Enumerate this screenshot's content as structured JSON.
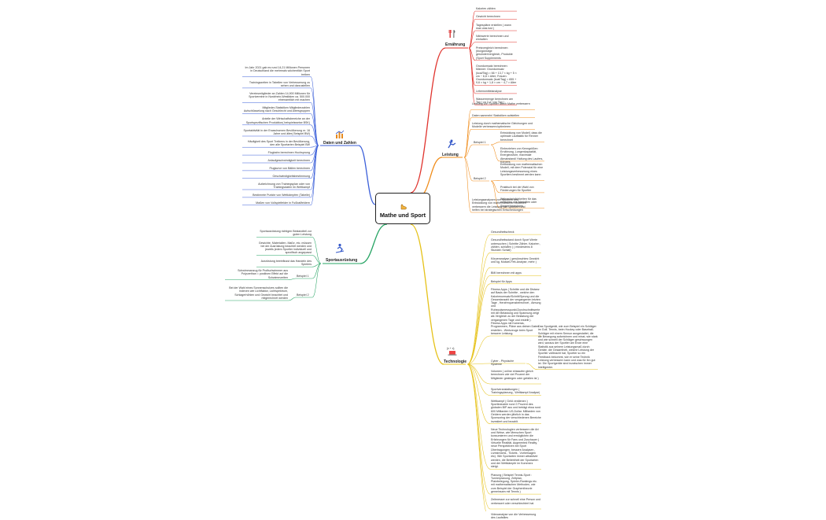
{
  "central": {
    "title": "Mathe und Sport",
    "icon": "muscle-arm-icon"
  },
  "branches": {
    "ernaehrung": {
      "label": "Ernährung",
      "color": "#e0342e",
      "icon": "utensils-icon",
      "items": [
        "Kalorien zählen",
        "Gewicht berechnen",
        "Tagespläne erstellen ( wann man was isst )",
        "Nährwerte berechnen und einhalten",
        "Preisvergleich berechnen (bio/günstige gesünder/vergleich, Produkte (Sport Supplements",
        "Grundumsatz berechnen: Männer: Grundumsatz (kcal/Tag) = 66 + 13,7 × kg + 5 × cm − 6,8 × Alter; Frauen: Grundumsatz (kcal/Tag) = 655 + 9,6 × kg + 1,8 × cm − 4,7 × Alter",
        "Lebensmittelanalyse",
        "Wassermenge berechnen am Tag ( ca 2-4 l pro Tag )"
      ]
    },
    "leistung": {
      "label": "Leistung",
      "color": "#f08c1a",
      "icon": "runner-icon",
      "items": [
        "Leistung von Sportler durch Mathe verbessern",
        "Daten sammeln/ Statistiken aufstellen",
        "Leistung durch mathematische Gleichungen und Modelle verbessern/optimieren"
      ],
      "examples": [
        {
          "label": "Beispiel 1",
          "items": [
            "Entwicklung von Modell, dass die optimale Lauftaktik für Renner berechnet",
            "Einbeziehen von Kenngrößen: Ernährung, Lungenkapazität, Energiezufuhr, maximale Atmabstand/ Haltung des Laufers, Körpers"
          ]
        },
        {
          "label": "Beispiel 2",
          "items": [
            "Entwicklung von mathematischen Modell, mit dem Potenzial für eine Leistungsverbesserung eines Sportlers bestimmt werden kann",
            "Praktisch bei der Wahl von Förderungen für Sportler",
            "Wahrscheinlichkeiten für das erreichen von Medaillen oder Siegen berechnen"
          ]
        }
      ],
      "summary": "Leistungsanalysen von Sportlern und Entwicklung von mathematischen Modellen verbessern die Leistung von Sportlern und helfen bei strategischen Entscheidungen"
    },
    "technologie": {
      "label": "Technologie",
      "color": "#e6c21a",
      "icon": "laptop-icon",
      "icon_text": "{x + x}",
      "items": [
        "Gesundheitscheck",
        "Gesundheitsstand durch Sport Werte untersuchen ( Schritte Zähler, Kalorien , zählen, schlafen ) ( mindestens 8 Stunden Schlaf)",
        "Körperanalyse ( gewünschtes Gewicht und kg, Muskel-Fett-Analyse, mehr )",
        "BMI berechnen mit apps",
        "Beispiel für Apps",
        "Fitness Apps ( Schritte und die Distanz auf Basis der Schritte , welche den Kalorienumsatz/Schritt/Sprung und die Gesamtanzahl der vergangenen letzten Tage , Herzfrequenzberechnet , Atmung und Ruhepulsmesspunkt,Durchschnittwerte mit der Belastung und Spannung zeigt als Vergleich zu der Belastung der vergangenen Tage und erstellt ). Fitness Apps mit Kameras, Programmen, Pläne aus deinen Daten erstellen - Werkzeuge beim Sport bessere Leistung."
      ],
      "cyber": {
        "label": "Cyber - Physische Systeme",
        "text": "Das Sportgerät, wie zum Beispiel ein Schläger im Golf, Tennis, beim Hockey oder Baseball-Schläger mit einem Sensor ausgestattet, die die Bewegung aufzeichnen und misst, wie stark und wie schnell der Schläger geschwungen wird, woraus der Sportler am Ende eine Statistik aus seinem Leistungsmaß durch Geräte, die Gesamtheit, welche Leistung der Sportler vollbracht hat, Sportler so ein Feedback bekommt, wie er seine Technik Leistung verbessern kann und was für ihn gut ist. Die Sportgeräte sind inzwischen immer intelligenter."
      },
      "items_after": [
        "Volumen ( online einkaufen gleich berechnen wie viel Prozent der Mitglieder gestiegen oder gefallen ist )",
        "Sportveranstaltungen ( Trainingsplanung , Wettkampf Analyse)",
        "Wettkampf ( Geld verdienen ) Sportindustrie rund 2 Prozent des globalen BIP aus und beträgt etwa rund 600 Milliarden US-Dollar. Milliarden von Geldern werden jährlich in das Sponsoring der verschiedenen Bereiche investiert und bezahlt.",
        "Neue Technologien verbessern die Art und Weise, wie Menschen Sport konsumieren und ermöglichen die Erfahrungen für Fans und Zuschauer ( Virtuelle Realität, Augmented Reality, neue Perspektiven bei Sport Übertragungen, bessere Analysen , Livestreams , Tickets , Vorhersagen etc). Wie Sportarten immer attraktiver werden, die Beliebtheit der Sportarten und der Wettkämpfe im Kommerz steigt.",
        "Planung ( Beispiel Tennis-Sport : Turnierplanung, Zeitplan, Platzbelegung, Spieler-Rankings etc. mit mathematischen Methoden, wie zum Beispiel der Graphentheorie gemeinsam mit Tennis )",
        "Zeitmesser zur schnell eine Person und verbessert oder verschlechtert hat",
        "Videoanalyse von die Verbesserung des Laufstiles"
      ]
    },
    "sportausruestung": {
      "label": "Sportausrüstung",
      "color": "#27a464",
      "icon": "skier-icon",
      "items": [
        "Sportausrüstung richtigen Bestandteil zur guten Leistung",
        "Gewichte, Materialien, Maße, etc. müssen bei der Ausrüstung beachtet werden und jeweils jedem Sportler individuell und spezifisch angepasst",
        "Ausrüstung beeinflusst das Handeln des Spielers"
      ],
      "examples": [
        {
          "label": "Beispiel 1",
          "text": "Schwimmanzug für Profischwimmer aus Polyurethan = positiven Effekt auf die Schwimmzeiten"
        },
        {
          "label": "Beispiel 2",
          "text": "Bei der Wahl eines Sonnenschutzes sollten die Indexen wie Lichtfaktor, Lichtspektrum, Schlagerhöhlen und Gewicht beachtet und mitgerechnet werden"
        }
      ]
    },
    "daten": {
      "label": "Daten und Zahlen",
      "color": "#3b5fd9",
      "icon": "bar-chart-icon",
      "items": [
        "Im Jahr 2021 gab es rund 14,21 Millionen Personen in Deutschland die mehrmals wöchentlich Sport treiben",
        "Trainingszeiten in Tabellen von Verbesserung zu sehen und darzustellen",
        "Vereinsmitglieder an Zahlen 14,900 Millionen für Sportvereine in Nordrhein-Westfalen ca. 500.000 ehrenamtlich mit machen",
        "Mitglieder-Statistiken Mitgliederzahlen Aufschlüsselung nach Geschlecht und Altersgruppen",
        "Anteile der Wirtschaftsbereiche an der Sportspezifischen Produktion( beispielsweise BSK)",
        "Sportaktivität in der Erwachsenen Bevölkerung nr. 16 Jahre und älter( Beispiel BW)",
        "Häufigkeit des Sport Treibens in der Bevölkerung, den alle Sportarten Beispiel BW",
        "Flugbahn berechnen Hochsprung",
        "Anlaufgeschwindigkeit berechnen",
        "Flugkurve von Bällen berechnen",
        "Geschwindigkeitsbestimmung",
        "Aufzeichnung von Trainingsplan oder von Trainingsdaten im Wettkampf",
        "Bestimmte Punkte von Wettkämpfen (Tabelle)",
        "Maßen von Vollspielfelder in Fußballfeldern"
      ]
    }
  }
}
